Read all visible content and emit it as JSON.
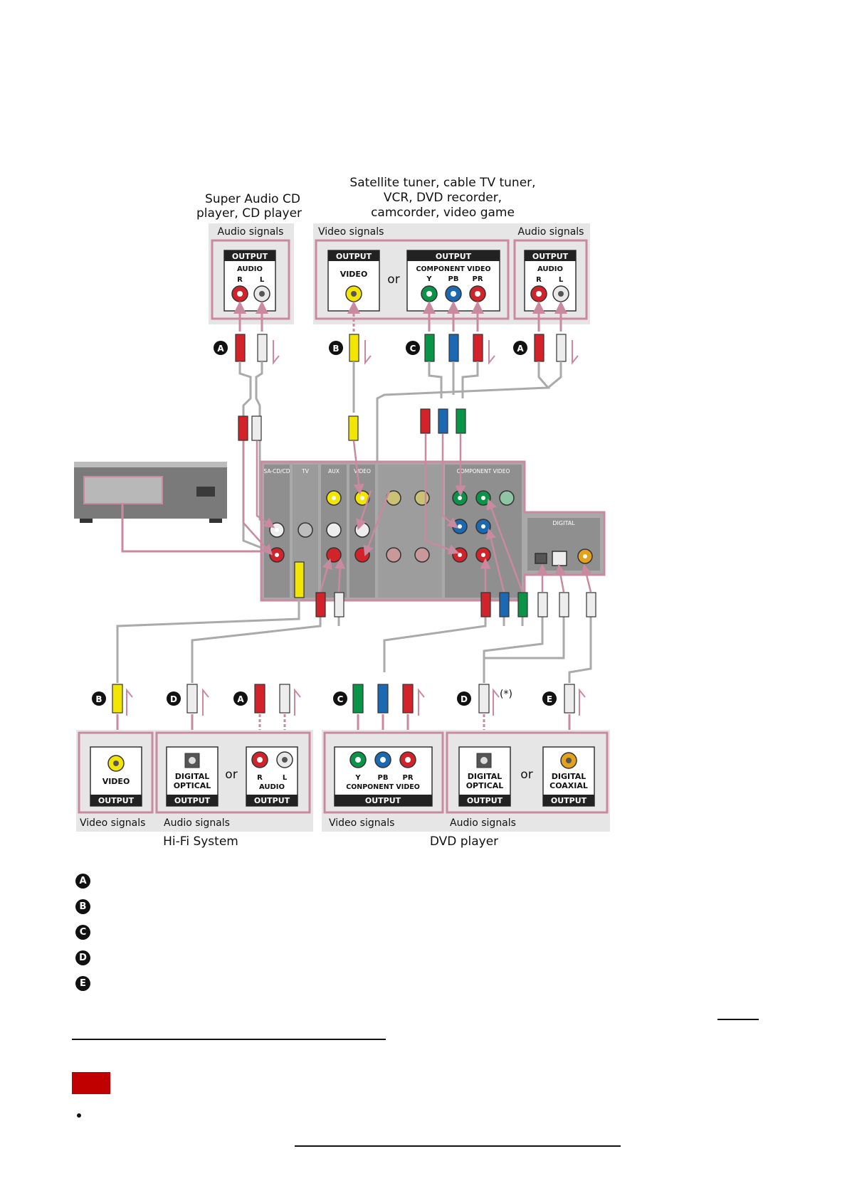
{
  "diagram": {
    "sources_top": {
      "cd": {
        "title_line1": "Super Audio CD",
        "title_line2": "player, CD player",
        "signal": "Audio signals"
      },
      "sat": {
        "title_line1": "Satellite tuner, cable TV tuner,",
        "title_line2": "VCR, DVD recorder,",
        "title_line3": "camcorder, video game",
        "video_signal": "Video signals",
        "audio_signal": "Audio signals"
      }
    },
    "jacks": {
      "output": "OUTPUT",
      "audio": "AUDIO",
      "r": "R",
      "l": "L",
      "video": "VIDEO",
      "component_video": "COMPONENT VIDEO",
      "component_video_bottom": "CONPONENT VIDEO",
      "y": "Y",
      "pb": "PB",
      "pr": "PR",
      "or": "or",
      "digital_optical_1": "DIGITAL",
      "digital_optical_2": "OPTICAL",
      "digital_coaxial_2": "COAXIAL"
    },
    "receiver": {
      "sa_cd": "SA-CD/CD",
      "tv": "TV",
      "aux": "AUX",
      "video": "VIDEO",
      "component_video": "COMPONENT VIDEO",
      "digital": "DIGITAL"
    },
    "bottom": {
      "hifi_video_signal": "Video signals",
      "hifi_audio_signal": "Audio signals",
      "hifi_title": "Hi-Fi System",
      "dvd_video_signal": "Video signals",
      "dvd_audio_signal": "Audio signals",
      "dvd_title": "DVD player",
      "asterisk": "(*)"
    },
    "cable_letters": [
      "A",
      "B",
      "C",
      "D",
      "E"
    ]
  },
  "legend": [
    {
      "letter": "A"
    },
    {
      "letter": "B"
    },
    {
      "letter": "C"
    },
    {
      "letter": "D"
    },
    {
      "letter": "E"
    }
  ],
  "colors": {
    "frame": "#c9899f",
    "panel_bg": "#e5e5e5",
    "red": "#d2232a",
    "white": "#ededed",
    "yellow": "#f2e500",
    "green": "#0a9448",
    "blue": "#1c69b3",
    "note_tag": "#c00000"
  }
}
